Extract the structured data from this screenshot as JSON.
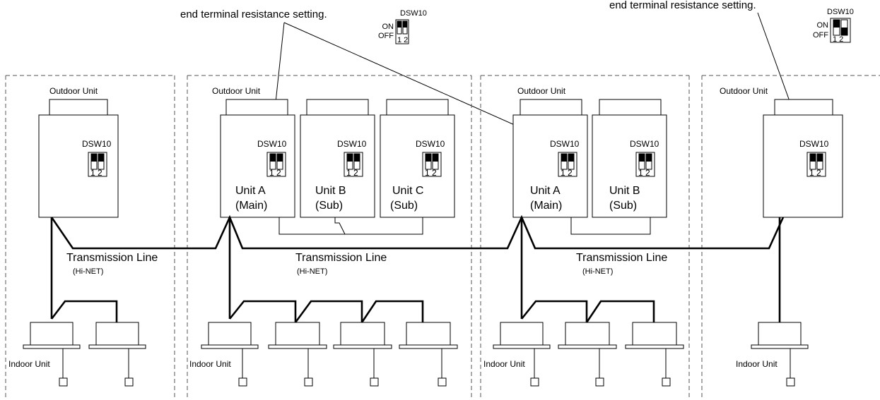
{
  "callouts": {
    "left": "end terminal resistance setting.",
    "right": "end terminal resistance setting."
  },
  "legend": {
    "switch_name": "DSW10",
    "on_label": "ON",
    "off_label": "OFF",
    "pin_numbers": "1 2"
  },
  "labels": {
    "outdoor_unit": "Outdoor Unit",
    "indoor_unit": "Indoor Unit",
    "transmission_line": "Transmission Line",
    "hinet": "(Hi-NET)",
    "dsw": "DSW10",
    "pins": "1 2"
  },
  "units": {
    "main": {
      "name": "Unit A",
      "role": "(Main)"
    },
    "sub_b": {
      "name": "Unit B",
      "role": "(Sub)"
    },
    "sub_c": {
      "name": "Unit C",
      "role": "(Sub)"
    }
  }
}
